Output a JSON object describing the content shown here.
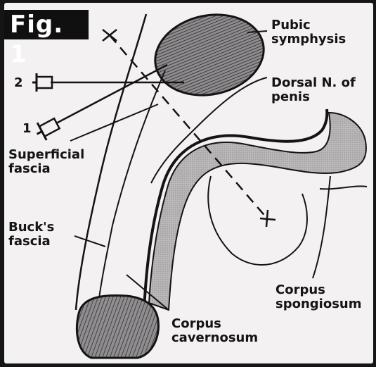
{
  "figure": {
    "badge": "Fig. 1"
  },
  "labels": {
    "pubic_symphysis": "Pubic\nsymphysis",
    "dorsal_nerve": "Dorsal N. of\npenis",
    "superficial_fascia": "Superficial\nfascia",
    "bucks_fascia": "Buck's\nfascia",
    "corpus_spongiosum": "Corpus\nspongiosum",
    "corpus_cavernosum": "Corpus\ncavernosum"
  },
  "needles": {
    "needle_1": "1",
    "needle_2": "2"
  },
  "colors": {
    "ink": "#141414",
    "paper": "#f3f1f2",
    "tissue_fill": "#b9b6b8",
    "bone_fill": "#6e6c6e"
  }
}
